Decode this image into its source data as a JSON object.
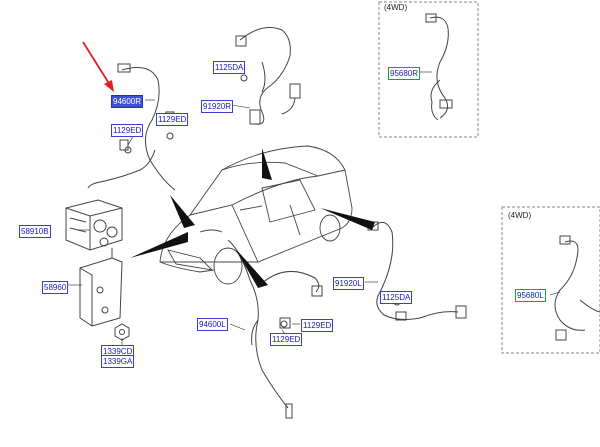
{
  "panels": {
    "wd_top": "(4WD)",
    "wd_right": "(4WD)"
  },
  "labels": {
    "p94600R": "94600R",
    "p1129ED_a": "1129ED",
    "p1129ED_b": "1129ED",
    "p1125DA_a": "1125DA",
    "p91920R": "91920R",
    "p95680R": "95680R",
    "p58910B": "58910B",
    "p58960": "58960",
    "p1339CD": "1339CD",
    "p1339GA": "1339GA",
    "p91920L": "91920L",
    "p1125DA_b": "1125DA",
    "p94600L": "94600L",
    "p1129ED_c": "1129ED",
    "p1129ED_d": "1129ED",
    "p95680L": "95680L"
  },
  "colors": {
    "label_border": "#3b3bd6",
    "label_text": "#1a1aa8",
    "highlight_fill": "#3e4fd8",
    "green_border": "#1f9e3a",
    "pointer_arrow": "#e02020"
  }
}
